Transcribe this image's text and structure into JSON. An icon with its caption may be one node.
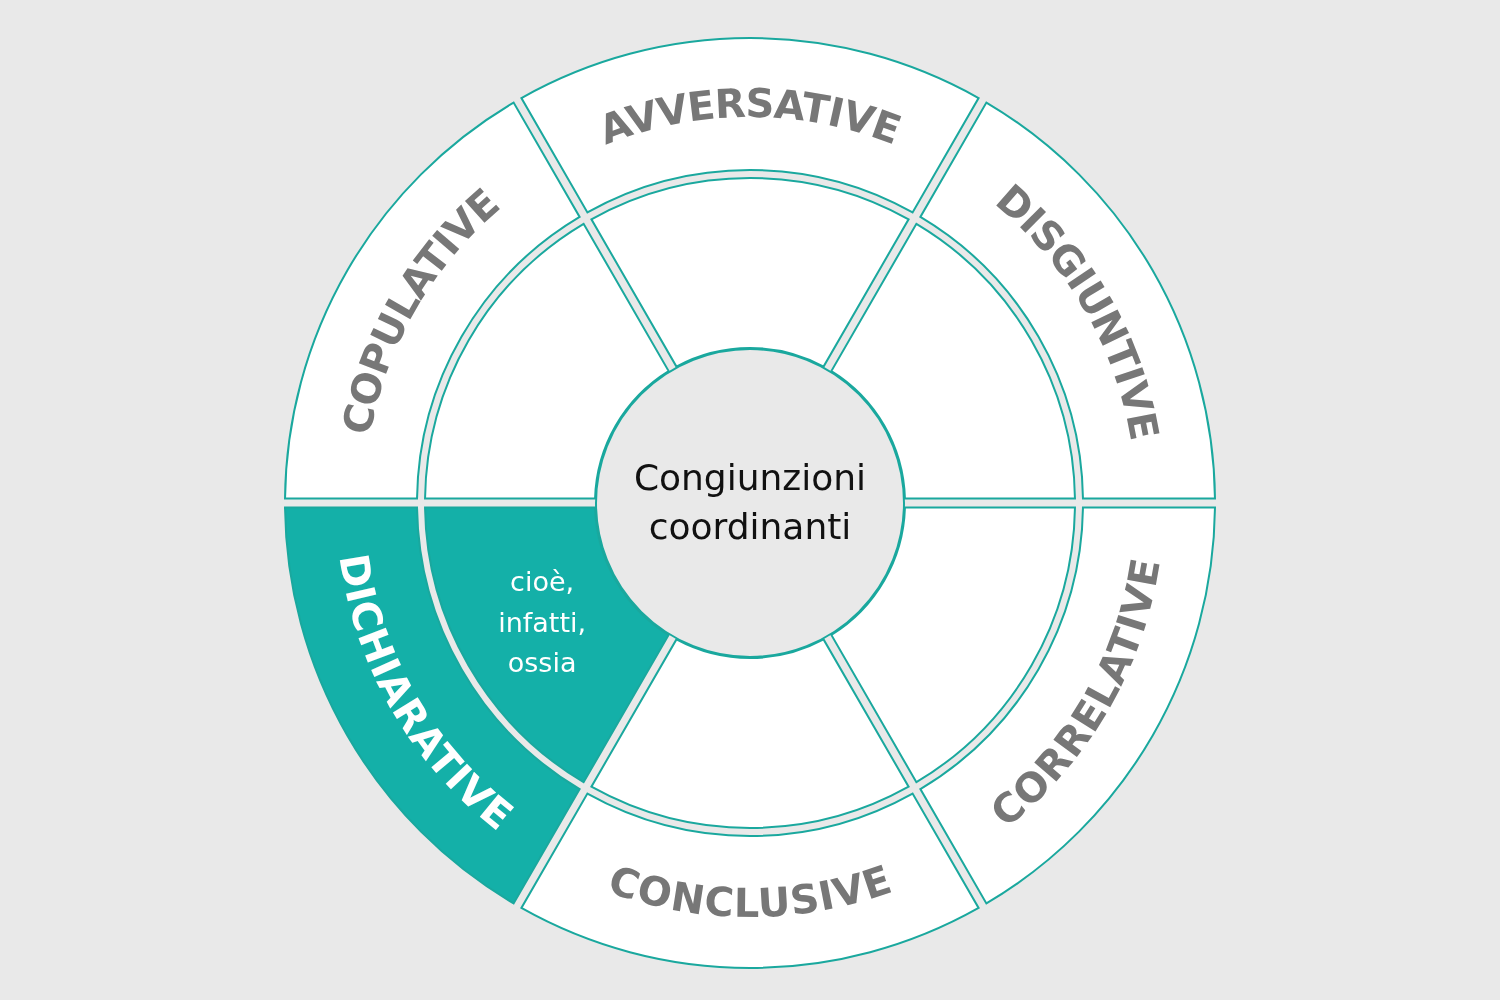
{
  "diagram": {
    "nodes": [
      {
        "text": [
          "Congiunzioni coordinanti"
        ]
      },
      {
        "text": [
          "AVVERSATIVE"
        ]
      },
      {
        "text": [
          "DISGIUNTIVE"
        ]
      },
      {
        "text": [
          "CORRELATIVE"
        ]
      },
      {
        "text": [
          "CONCLUSIVE"
        ]
      },
      {
        "text": [
          "DICHIARATIVE"
        ]
      },
      {
        "text": [
          "COPULATIVE"
        ]
      },
      {
        "text": [],
        "shape": "sector"
      },
      {
        "text": [],
        "shape": "sector"
      },
      {
        "text": [],
        "shape": "sector"
      },
      {
        "text": [],
        "shape": "sector"
      },
      {
        "text": [
          "cioè, infatti, ossia"
        ]
      },
      {
        "text": [],
        "shape": "sector"
      }
    ]
  }
}
